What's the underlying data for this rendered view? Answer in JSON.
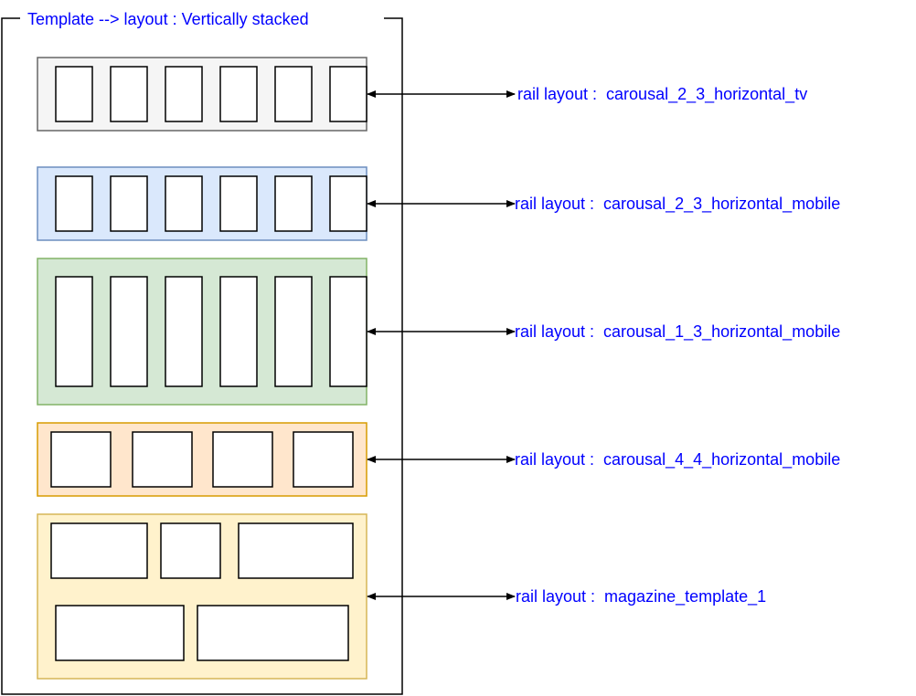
{
  "template": {
    "title": "Template --> layout : Vertically stacked",
    "text_color": "#0000ff"
  },
  "rails": [
    {
      "label": "rail layout :  carousal_2_3_horizontal_tv",
      "fill": "#f5f5f5",
      "stroke": "#666666",
      "card_count": 6
    },
    {
      "label": "rail layout :  carousal_2_3_horizontal_mobile",
      "fill": "#dae8fc",
      "stroke": "#6c8ebf",
      "card_count": 6
    },
    {
      "label": "rail layout :  carousal_1_3_horizontal_mobile",
      "fill": "#d5e8d4",
      "stroke": "#82b366",
      "card_count": 6
    },
    {
      "label": "rail layout :  carousal_4_4_horizontal_mobile",
      "fill": "#ffe6cc",
      "stroke": "#d79b00",
      "card_count": 4
    },
    {
      "label": "rail layout :  magazine_template_1",
      "fill": "#fff2cc",
      "stroke": "#d6b656",
      "card_count": 5
    }
  ]
}
